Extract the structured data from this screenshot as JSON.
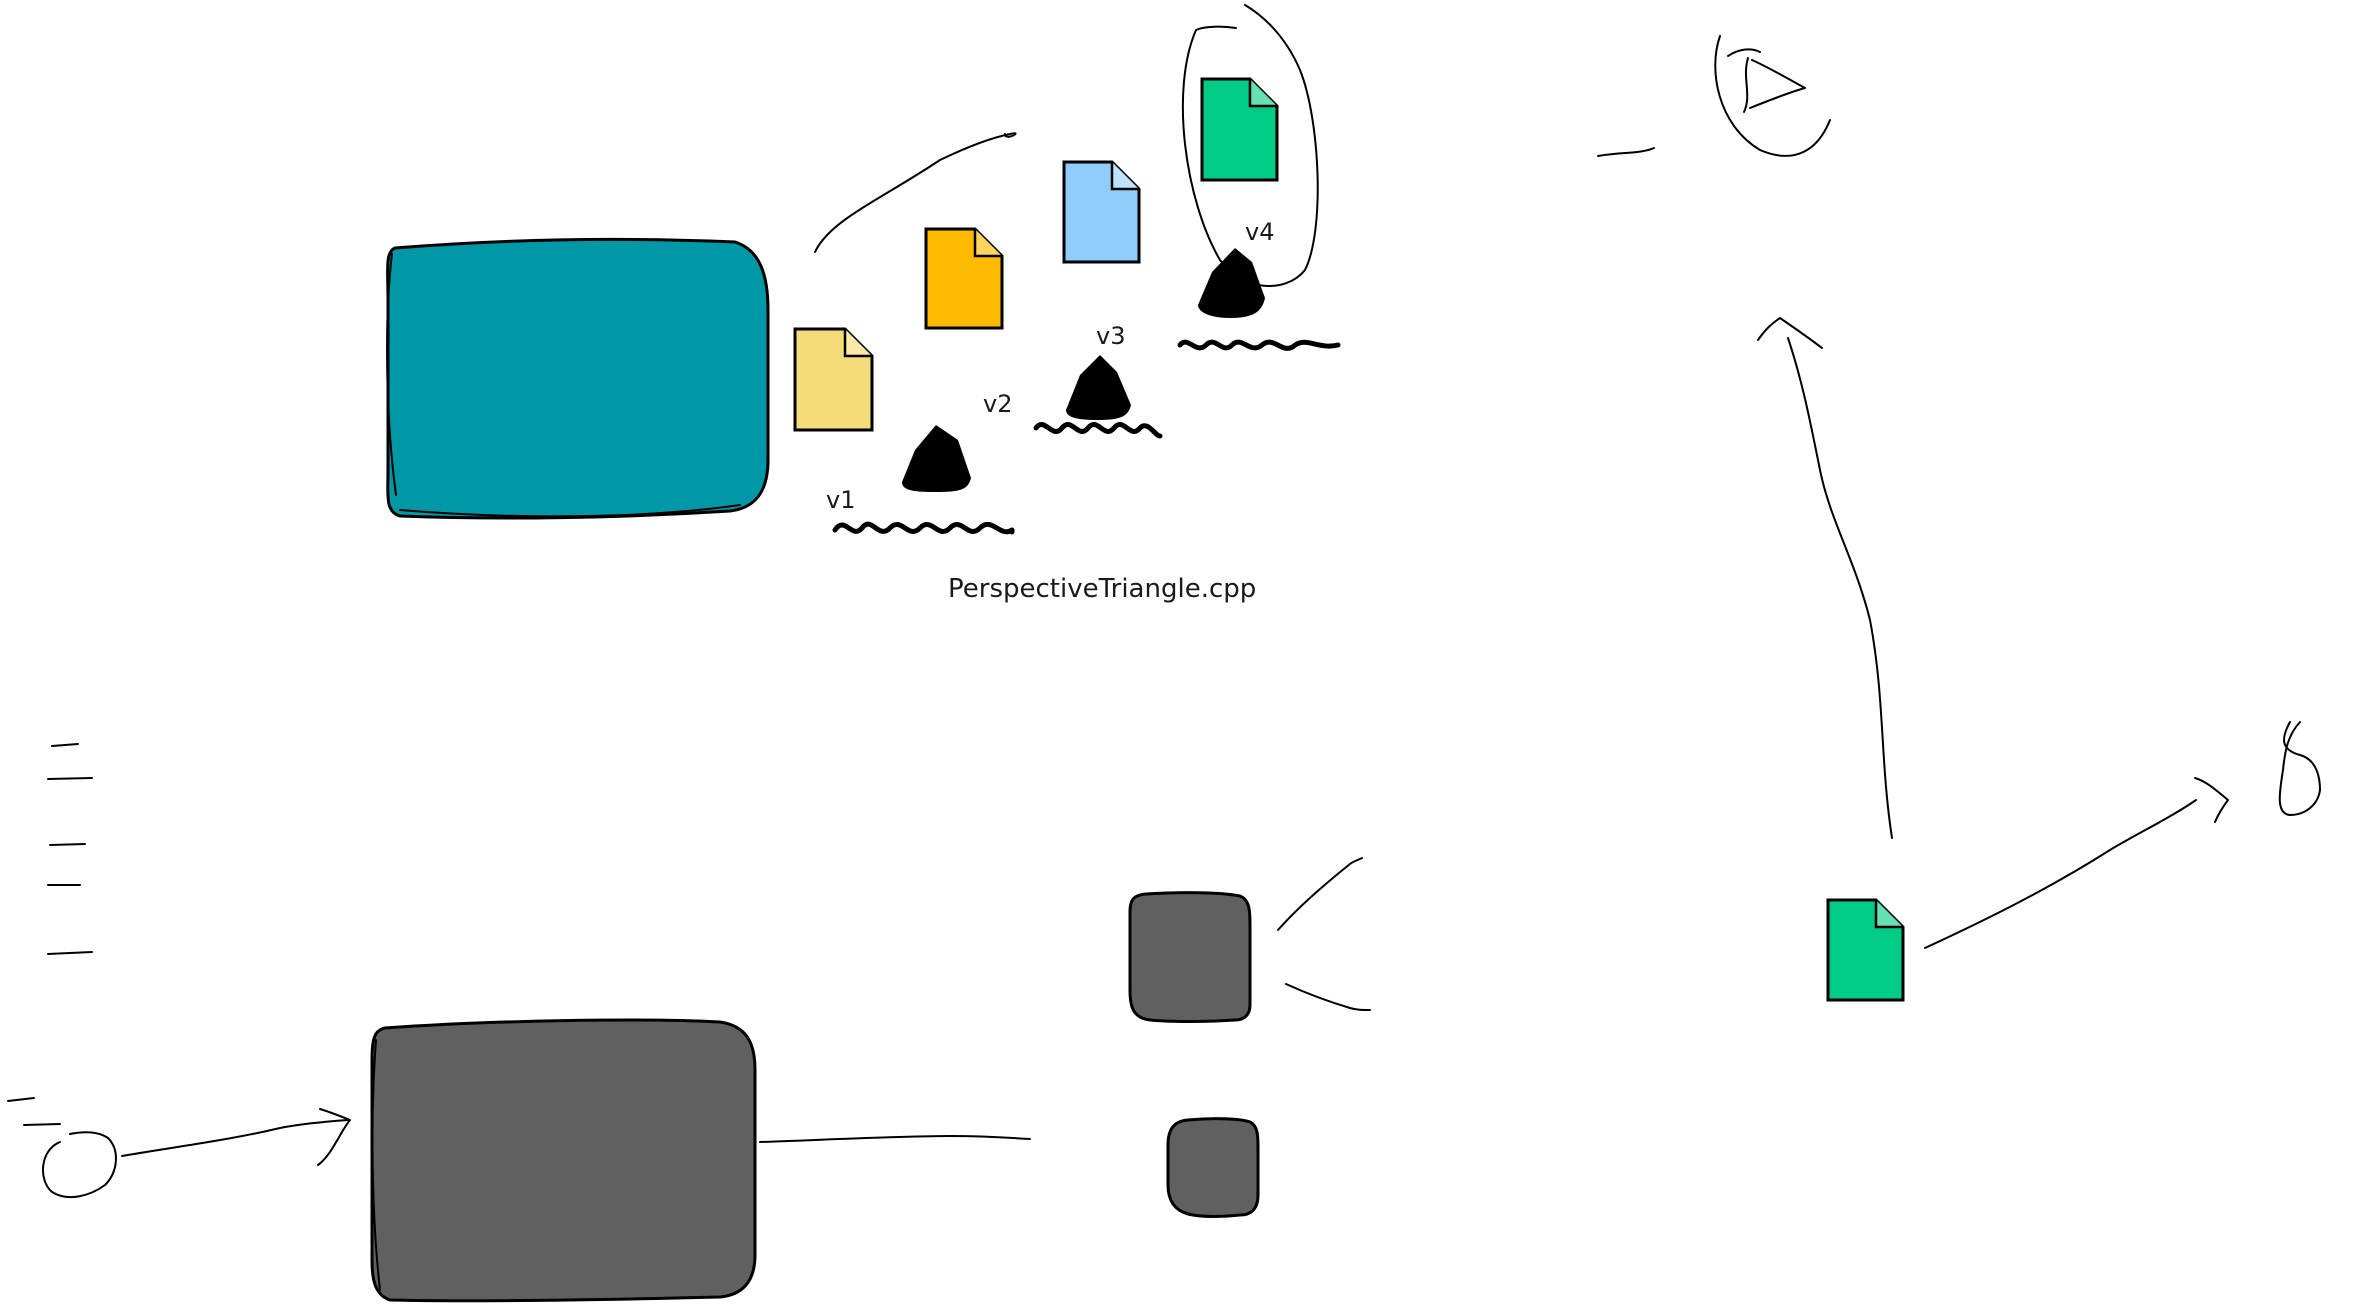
{
  "labels": {
    "v1": "v1",
    "v2": "v2",
    "v3": "v3",
    "v4": "v4",
    "filename": "PerspectiveTriangle.cpp"
  },
  "colors": {
    "teal_box": "#0097a7",
    "gray_box": "#606060",
    "file_pale_yellow": "#f5dc7a",
    "file_amber": "#ffba00",
    "file_light_blue": "#90cdfa",
    "file_green": "#00cc88"
  },
  "icons": [
    "file-icon",
    "triangle-icon",
    "squiggle-icon",
    "eye-icon"
  ]
}
